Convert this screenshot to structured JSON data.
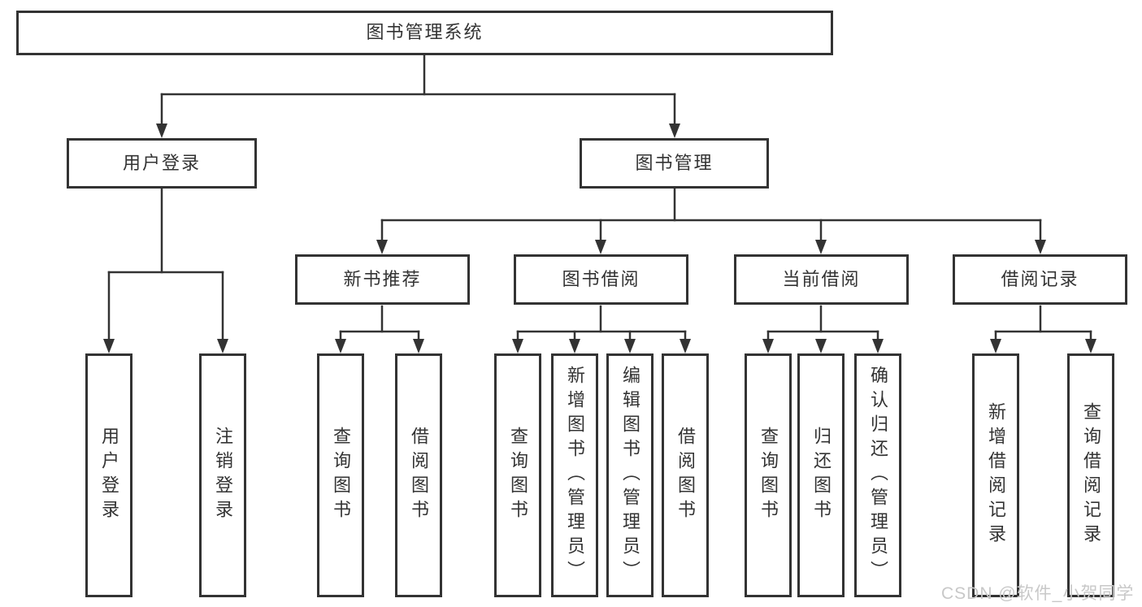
{
  "diagram": {
    "title": "图书管理系统",
    "type": "hierarchy-tree",
    "colors": {
      "line": "#333333",
      "box_border": "#333333",
      "text": "#333333",
      "background": "#ffffff",
      "watermark": "#c8c8c8"
    },
    "tree": {
      "label": "图书管理系统",
      "children": [
        {
          "label": "用户登录",
          "children": [
            {
              "label": "用户登录"
            },
            {
              "label": "注销登录"
            }
          ]
        },
        {
          "label": "图书管理",
          "children": [
            {
              "label": "新书推荐",
              "children": [
                {
                  "label": "查询图书"
                },
                {
                  "label": "借阅图书"
                }
              ]
            },
            {
              "label": "图书借阅",
              "children": [
                {
                  "label": "查询图书"
                },
                {
                  "label": "新增图书（管理员）"
                },
                {
                  "label": "编辑图书（管理员）"
                },
                {
                  "label": "借阅图书"
                }
              ]
            },
            {
              "label": "当前借阅",
              "children": [
                {
                  "label": "查询图书"
                },
                {
                  "label": "归还图书"
                },
                {
                  "label": "确认归还（管理员）"
                }
              ]
            },
            {
              "label": "借阅记录",
              "children": [
                {
                  "label": "新增借阅记录"
                },
                {
                  "label": "查询借阅记录"
                }
              ]
            }
          ]
        }
      ]
    },
    "watermark": "CSDN @软件_小贺同学"
  }
}
